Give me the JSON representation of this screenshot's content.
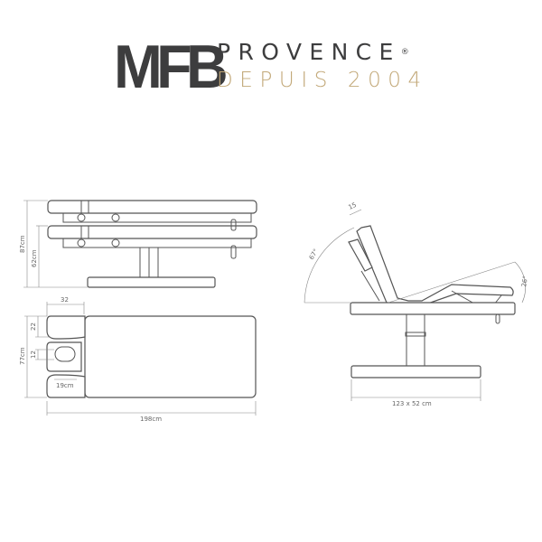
{
  "logo": {
    "brand": "MFB",
    "name": "PROVENCE",
    "registered": "®",
    "tagline": "DEPUIS 2004",
    "brand_color": "#3d3d3e",
    "tagline_color": "#c2a878"
  },
  "side_view": {
    "max_height": "87cm",
    "min_height": "62cm"
  },
  "top_view": {
    "head_length": "32",
    "head_section_width": "22",
    "face_hole_width": "12",
    "width": "77cm",
    "face_hole_length": "19cm",
    "length": "198cm"
  },
  "tilt_view": {
    "backrest_offset": "15",
    "backrest_angle": "67°",
    "leg_angle": "26°",
    "base_size": "123 x 52 cm"
  },
  "line_color": "#555555"
}
